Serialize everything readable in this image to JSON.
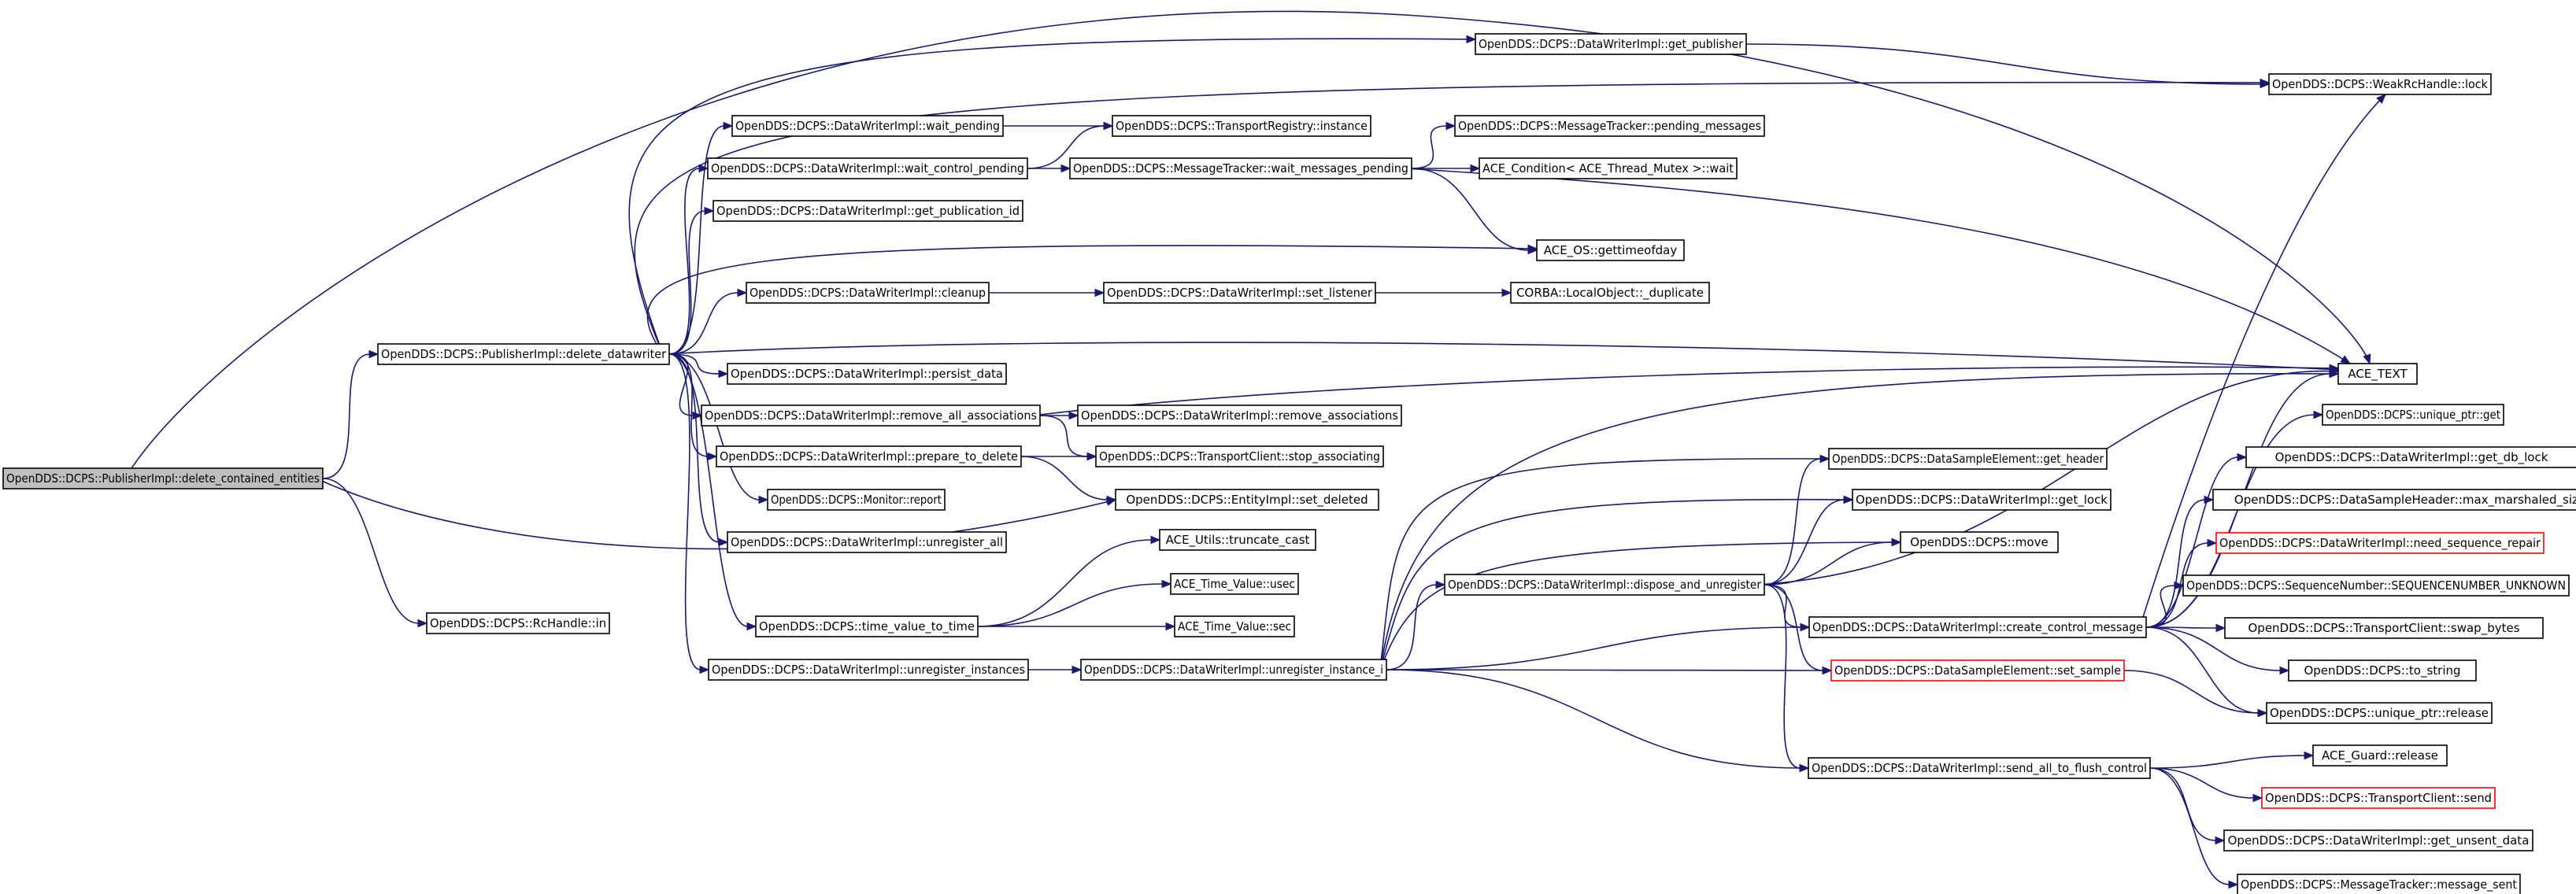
{
  "colors": {
    "edge": "#191970",
    "root_fill": "#bfbfbf",
    "node_border": "#000000",
    "truncated_border": "#ff0000"
  },
  "nodes": [
    {
      "id": "root",
      "label": "OpenDDS::DCPS::PublisherImpl::delete_contained_entities",
      "root": true
    },
    {
      "id": "dw",
      "label": "OpenDDS::DCPS::PublisherImpl::delete_datawriter"
    },
    {
      "id": "rc_in",
      "label": "OpenDDS::DCPS::RcHandle::in"
    },
    {
      "id": "get_pub",
      "label": "OpenDDS::DCPS::DataWriterImpl::get_publisher"
    },
    {
      "id": "weak_lock",
      "label": "OpenDDS::DCPS::WeakRcHandle::lock"
    },
    {
      "id": "wait_pending",
      "label": "OpenDDS::DCPS::DataWriterImpl::wait_pending"
    },
    {
      "id": "tr_inst",
      "label": "OpenDDS::DCPS::TransportRegistry::instance"
    },
    {
      "id": "pending_msgs",
      "label": "OpenDDS::DCPS::MessageTracker::pending_messages"
    },
    {
      "id": "wait_ctrl",
      "label": "OpenDDS::DCPS::DataWriterImpl::wait_control_pending"
    },
    {
      "id": "wait_msgs",
      "label": "OpenDDS::DCPS::MessageTracker::wait_messages_pending"
    },
    {
      "id": "ace_cond",
      "label": "ACE_Condition< ACE_Thread_Mutex >::wait"
    },
    {
      "id": "get_pubid",
      "label": "OpenDDS::DCPS::DataWriterImpl::get_publication_id"
    },
    {
      "id": "gettod",
      "label": "ACE_OS::gettimeofday"
    },
    {
      "id": "cleanup",
      "label": "OpenDDS::DCPS::DataWriterImpl::cleanup"
    },
    {
      "id": "set_listener",
      "label": "OpenDDS::DCPS::DataWriterImpl::set_listener"
    },
    {
      "id": "corba_dup",
      "label": "CORBA::LocalObject::_duplicate"
    },
    {
      "id": "persist",
      "label": "OpenDDS::DCPS::DataWriterImpl::persist_data"
    },
    {
      "id": "ace_text",
      "label": "ACE_TEXT"
    },
    {
      "id": "rm_all",
      "label": "OpenDDS::DCPS::DataWriterImpl::remove_all_associations"
    },
    {
      "id": "rm_assoc",
      "label": "OpenDDS::DCPS::DataWriterImpl::remove_associations"
    },
    {
      "id": "prep_del",
      "label": "OpenDDS::DCPS::DataWriterImpl::prepare_to_delete"
    },
    {
      "id": "stop_assoc",
      "label": "OpenDDS::DCPS::TransportClient::stop_associating"
    },
    {
      "id": "report",
      "label": "OpenDDS::DCPS::Monitor::report"
    },
    {
      "id": "set_deleted",
      "label": "OpenDDS::DCPS::EntityImpl::set_deleted"
    },
    {
      "id": "unreg_all",
      "label": "OpenDDS::DCPS::DataWriterImpl::unregister_all"
    },
    {
      "id": "trunc_cast",
      "label": "ACE_Utils::truncate_cast"
    },
    {
      "id": "usec",
      "label": "ACE_Time_Value::usec"
    },
    {
      "id": "tvtt",
      "label": "OpenDDS::DCPS::time_value_to_time"
    },
    {
      "id": "sec",
      "label": "ACE_Time_Value::sec"
    },
    {
      "id": "unreg_insts",
      "label": "OpenDDS::DCPS::DataWriterImpl::unregister_instances"
    },
    {
      "id": "unreg_inst_i",
      "label": "OpenDDS::DCPS::DataWriterImpl::unregister_instance_i"
    },
    {
      "id": "get_header",
      "label": "OpenDDS::DCPS::DataSampleElement::get_header"
    },
    {
      "id": "get_lock",
      "label": "OpenDDS::DCPS::DataWriterImpl::get_lock"
    },
    {
      "id": "move",
      "label": "OpenDDS::DCPS::move"
    },
    {
      "id": "dispose",
      "label": "OpenDDS::DCPS::DataWriterImpl::dispose_and_unregister"
    },
    {
      "id": "create_ctrl",
      "label": "OpenDDS::DCPS::DataWriterImpl::create_control_message"
    },
    {
      "id": "set_sample",
      "label": "OpenDDS::DCPS::DataSampleElement::set_sample",
      "truncated": true
    },
    {
      "id": "send_all",
      "label": "OpenDDS::DCPS::DataWriterImpl::send_all_to_flush_control"
    },
    {
      "id": "uptr_get",
      "label": "OpenDDS::DCPS::unique_ptr::get"
    },
    {
      "id": "get_db_lock",
      "label": "OpenDDS::DCPS::DataWriterImpl::get_db_lock"
    },
    {
      "id": "max_marsh",
      "label": "OpenDDS::DCPS::DataSampleHeader::max_marshaled_size"
    },
    {
      "id": "need_seq",
      "label": "OpenDDS::DCPS::DataWriterImpl::need_sequence_repair",
      "truncated": true
    },
    {
      "id": "seq_unknown",
      "label": "OpenDDS::DCPS::SequenceNumber::SEQUENCENUMBER_UNKNOWN"
    },
    {
      "id": "swap_bytes",
      "label": "OpenDDS::DCPS::TransportClient::swap_bytes"
    },
    {
      "id": "to_string",
      "label": "OpenDDS::DCPS::to_string"
    },
    {
      "id": "uptr_release",
      "label": "OpenDDS::DCPS::unique_ptr::release"
    },
    {
      "id": "guard_release",
      "label": "ACE_Guard::release"
    },
    {
      "id": "tc_send",
      "label": "OpenDDS::DCPS::TransportClient::send",
      "truncated": true
    },
    {
      "id": "unsent",
      "label": "OpenDDS::DCPS::DataWriterImpl::get_unsent_data"
    },
    {
      "id": "msg_sent",
      "label": "OpenDDS::DCPS::MessageTracker::message_sent"
    }
  ]
}
